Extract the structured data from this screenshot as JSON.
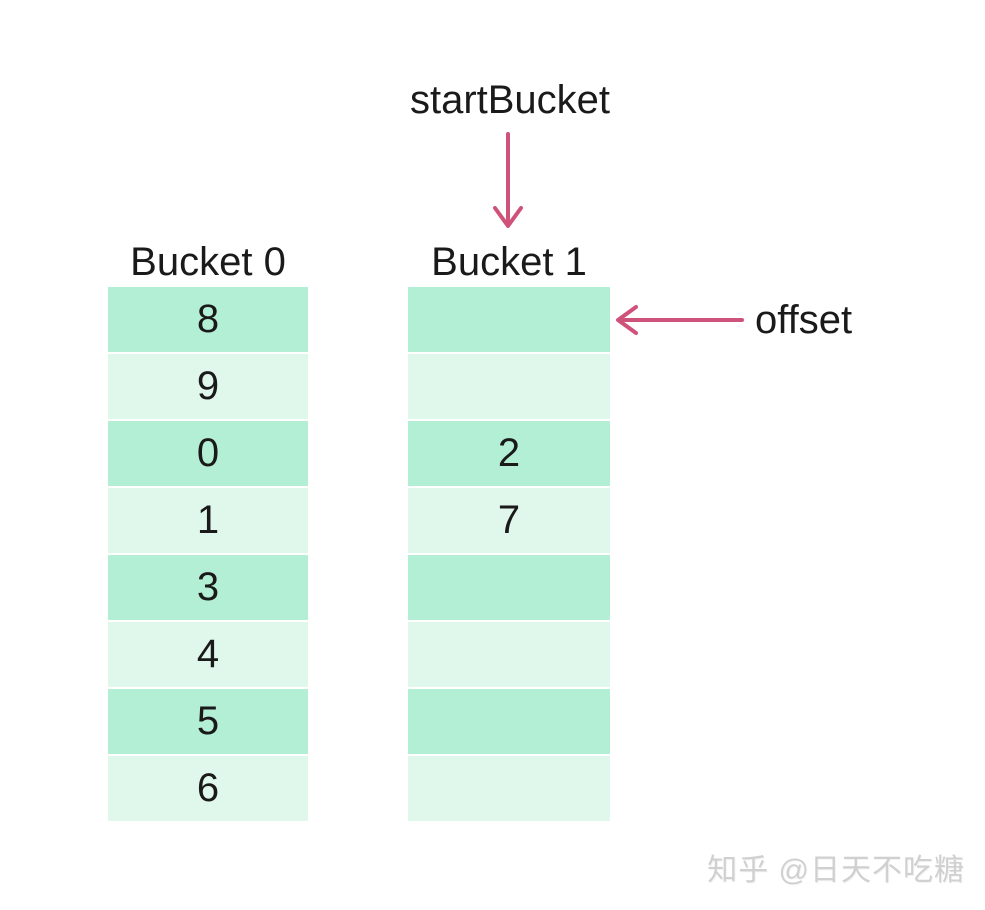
{
  "diagram": {
    "start_bucket_label": "startBucket",
    "offset_label": "offset",
    "buckets": [
      {
        "title": "Bucket 0",
        "cells": [
          "8",
          "9",
          "0",
          "1",
          "3",
          "4",
          "5",
          "6"
        ]
      },
      {
        "title": "Bucket 1",
        "cells": [
          "",
          "",
          "2",
          "7",
          "",
          "",
          "",
          ""
        ]
      }
    ],
    "colors": {
      "accent": "#ce527a",
      "cell_dark": "#b3efd5",
      "cell_light": "#e0f7ec",
      "ink": "#1a1a1a",
      "watermark": "#d0d0d0"
    }
  },
  "watermark": {
    "text": "知乎 @日天不吃糖"
  }
}
